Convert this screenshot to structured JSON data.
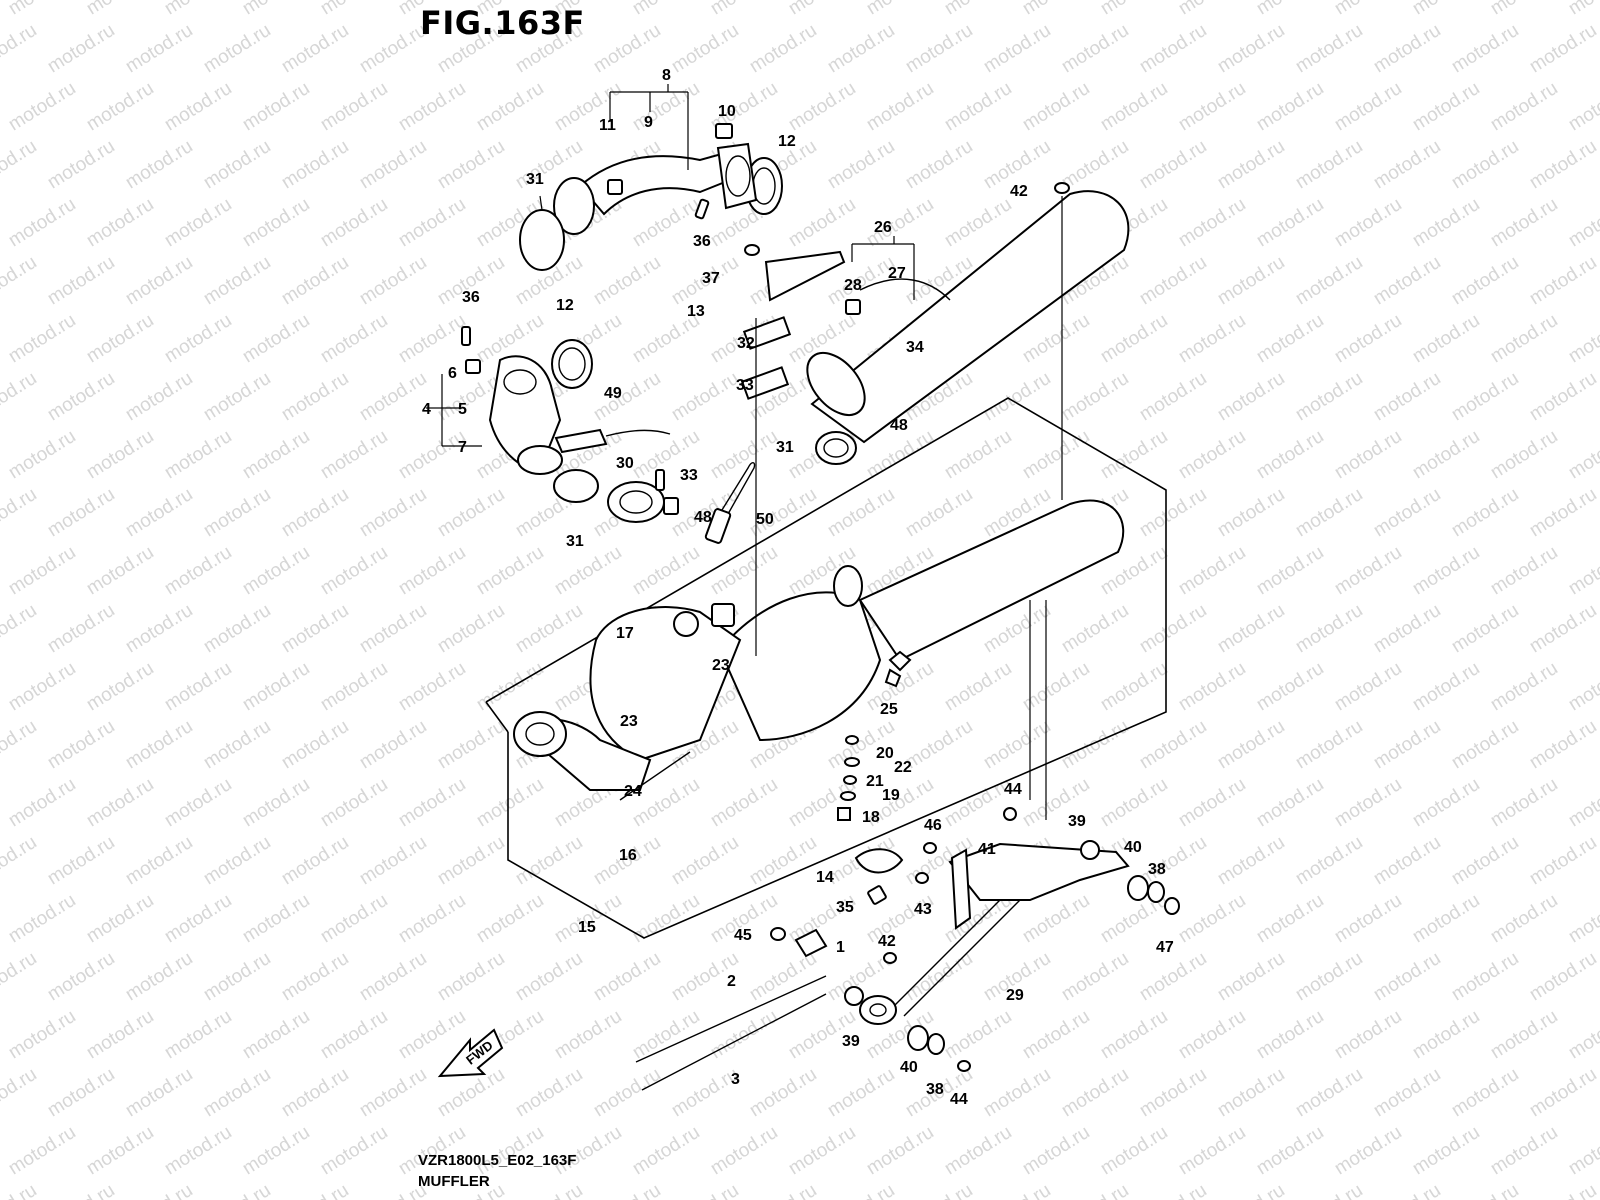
{
  "figure": {
    "title": "FIG.163F",
    "code": "VZR1800L5_E02_163F",
    "name": "MUFFLER",
    "fwd_label": "FWD",
    "watermark": "motod.ru"
  },
  "callouts": [
    {
      "label": "1"
    },
    {
      "label": "2"
    },
    {
      "label": "3"
    },
    {
      "label": "4"
    },
    {
      "label": "5"
    },
    {
      "label": "6"
    },
    {
      "label": "7"
    },
    {
      "label": "8"
    },
    {
      "label": "9"
    },
    {
      "label": "10"
    },
    {
      "label": "11"
    },
    {
      "label": "12"
    },
    {
      "label": "12"
    },
    {
      "label": "13"
    },
    {
      "label": "14"
    },
    {
      "label": "15"
    },
    {
      "label": "16"
    },
    {
      "label": "17"
    },
    {
      "label": "18"
    },
    {
      "label": "19"
    },
    {
      "label": "20"
    },
    {
      "label": "21"
    },
    {
      "label": "22"
    },
    {
      "label": "23"
    },
    {
      "label": "23"
    },
    {
      "label": "24"
    },
    {
      "label": "25"
    },
    {
      "label": "26"
    },
    {
      "label": "27"
    },
    {
      "label": "28"
    },
    {
      "label": "29"
    },
    {
      "label": "30"
    },
    {
      "label": "31"
    },
    {
      "label": "31"
    },
    {
      "label": "31"
    },
    {
      "label": "32"
    },
    {
      "label": "33"
    },
    {
      "label": "33"
    },
    {
      "label": "34"
    },
    {
      "label": "35"
    },
    {
      "label": "36"
    },
    {
      "label": "36"
    },
    {
      "label": "37"
    },
    {
      "label": "38"
    },
    {
      "label": "38"
    },
    {
      "label": "39"
    },
    {
      "label": "39"
    },
    {
      "label": "40"
    },
    {
      "label": "40"
    },
    {
      "label": "41"
    },
    {
      "label": "42"
    },
    {
      "label": "42"
    },
    {
      "label": "43"
    },
    {
      "label": "44"
    },
    {
      "label": "44"
    },
    {
      "label": "45"
    },
    {
      "label": "46"
    },
    {
      "label": "47"
    },
    {
      "label": "48"
    },
    {
      "label": "48"
    },
    {
      "label": "49"
    },
    {
      "label": "50"
    }
  ]
}
